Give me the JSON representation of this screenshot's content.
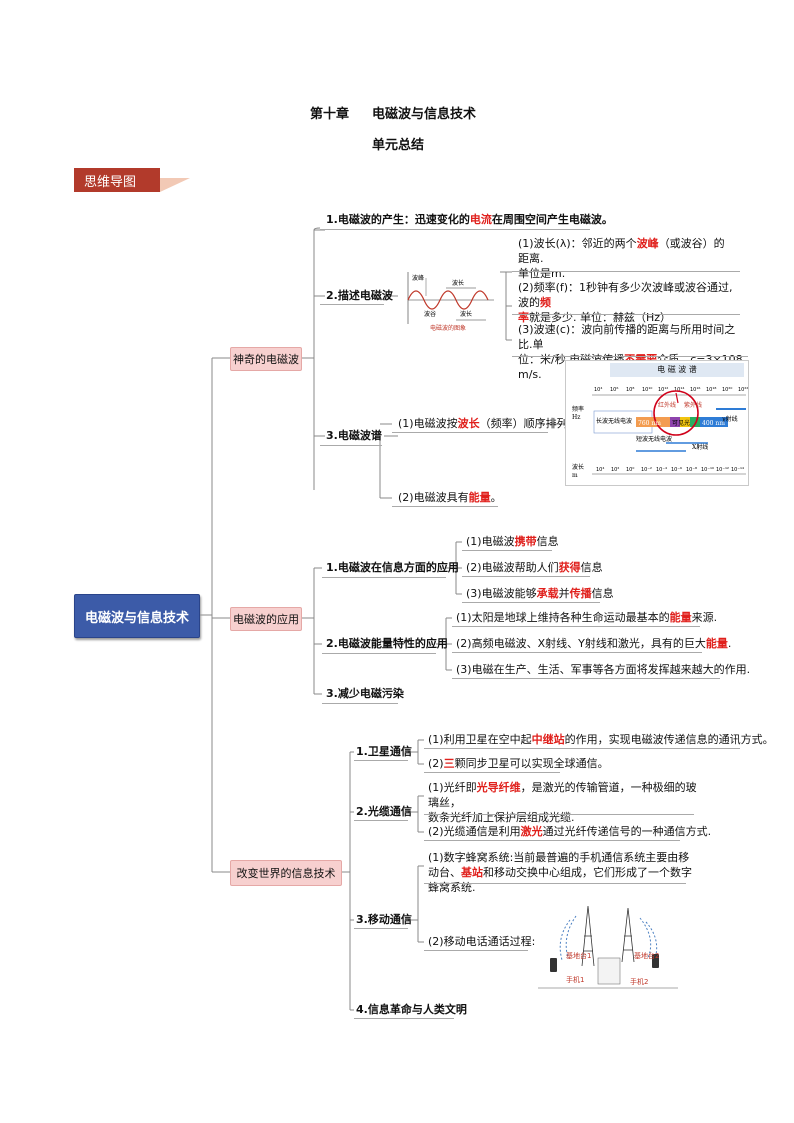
{
  "header": {
    "chapter": "第十章",
    "chapter_title": "电磁波与信息技术",
    "subtitle": "单元总结",
    "banner": "思维导图"
  },
  "root": "电磁波与信息技术",
  "colors": {
    "root": "#3c5ba8",
    "branch": "#f7d0cf",
    "highlight": "#e0201c",
    "banner": "#b23a2b"
  },
  "branch1": {
    "label": "神奇的电磁波",
    "n1": {
      "a": "1.电磁波的产生：迅速变化的",
      "r": "电流",
      "b": "在周围空间产生电磁波。"
    },
    "n2": {
      "label": "2.描述电磁波",
      "fig": {
        "crest": "波峰",
        "trough": "波谷",
        "wl1": "波长",
        "wl2": "波长",
        "caption": "电磁波的图象"
      },
      "w1": {
        "a": "(1)波长(λ)：邻近的两个",
        "r": "波峰",
        "b": "（或波谷）的距离.",
        "c": "单位是m."
      },
      "w2": {
        "a": "(2)频率(f)：1秒钟有多少次波峰或波谷通过,波的",
        "r1": "频",
        "r2": "率",
        "b": "就是多少. 单位：赫兹（Hz）"
      },
      "w3": {
        "a": "(3)波速(c)：波向前传播的距离与所用时间之比.单",
        "b": "位：米/秒.电磁波传播",
        "r": "不需要",
        "c": "介质。c=3×108 m/s."
      }
    },
    "n3": {
      "label": "3.电磁波谱",
      "s1": {
        "a": "(1)电磁波按",
        "r": "波长",
        "b": "（频率）顺序排列"
      },
      "s2": {
        "a": "(2)电磁波具有",
        "r": "能量",
        "b": "。"
      },
      "spectrum": {
        "title": "电 磁 波 谱",
        "freq_label": "频率",
        "freq_unit": "Hz",
        "wave_label": "波长",
        "wave_unit": "m",
        "radio": "长波无线电波",
        "ir": "红外线",
        "vis": "可见光",
        "uv": "紫外线",
        "gamma": "γ射线",
        "micro": "短波无线电波",
        "xray": "X射线",
        "n760": "760 nm",
        "n400": "400 nm",
        "top_ticks": [
          "10⁴",
          "10⁶",
          "10⁸",
          "10¹⁰",
          "10¹²",
          "10¹⁴",
          "10¹⁶",
          "10¹⁸",
          "10²⁰",
          "10²²"
        ],
        "bot_ticks": [
          "10⁴",
          "10²",
          "10⁰",
          "10⁻²",
          "10⁻⁴",
          "10⁻⁶",
          "10⁻⁸",
          "10⁻¹⁰",
          "10⁻¹²",
          "10⁻¹⁴"
        ]
      }
    }
  },
  "branch2": {
    "label": "电磁波的应用",
    "n1": {
      "label": "1.电磁波在信息方面的应用",
      "i1": {
        "a": "(1)电磁波",
        "r": "携带",
        "b": "信息"
      },
      "i2": {
        "a": "(2)电磁波帮助人们",
        "r": "获得",
        "b": "信息"
      },
      "i3": {
        "a": "(3)电磁波能够",
        "r1": "承载",
        "m": "并",
        "r2": "传播",
        "b": "信息"
      }
    },
    "n2": {
      "label": "2.电磁波能量特性的应用",
      "e1": {
        "a": "(1)太阳是地球上维持各种生命运动最基本的",
        "r": "能量",
        "b": "来源."
      },
      "e2": {
        "a": "(2)高频电磁波、X射线、Y射线和激光，具有的巨大",
        "r": "能量",
        "b": "."
      },
      "e3": {
        "a": "(3)电磁在生产、生活、军事等各方面将发挥越来越大的作用."
      }
    },
    "n3": {
      "label": "3.减少电磁污染"
    }
  },
  "branch3": {
    "label": "改变世界的信息技术",
    "n1": {
      "label": "1.卫星通信",
      "c1": {
        "a": "(1)利用卫星在空中起",
        "r": "中继站",
        "b": "的作用，实现电磁波传递信息的通讯方式。"
      },
      "c2": {
        "a": "(2)",
        "r": "三",
        "b": "颗同步卫星可以实现全球通信。"
      }
    },
    "n2": {
      "label": "2.光缆通信",
      "o1": {
        "a": "(1)光纤即",
        "r": "光导纤维",
        "b": "，是激光的传输管道，一种极细的玻璃丝，",
        "c": "数条光纤加上保护层组成光缆."
      },
      "o2": {
        "a": "(2)光缆通信是利用",
        "r": "激光",
        "b": "通过光纤传递信号的一种通信方式."
      }
    },
    "n3": {
      "label": "3.移动通信",
      "m1": {
        "a": "(1)数字蜂窝系统:当前最普遍的手机通信系统主要由移动台、",
        "r": "基站",
        "b": "和移动交换中心组成，它们形成了一个数字蜂窝系统."
      },
      "m2": {
        "a": "(2)移动电话通话过程:"
      },
      "fig": {
        "bs1": "基地台1",
        "bs2": "基地台2",
        "p1": "手机1",
        "p2": "手机2"
      }
    },
    "n4": {
      "label": "4.信息革命与人类文明"
    }
  }
}
